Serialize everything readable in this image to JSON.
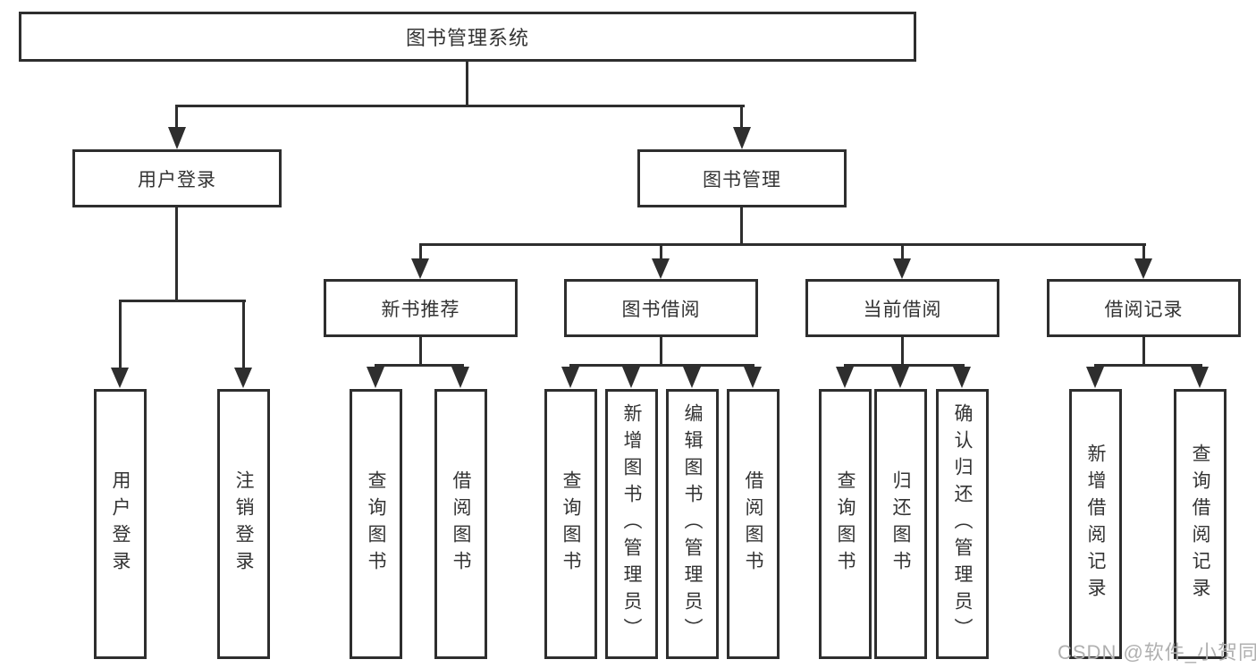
{
  "tree": {
    "root": "图书管理系统",
    "user_branch": {
      "label": "用户登录",
      "children": [
        "用户登录",
        "注销登录"
      ]
    },
    "mgmt_branch": {
      "label": "图书管理",
      "sections": [
        {
          "label": "新书推荐",
          "children": [
            "查询图书",
            "借阅图书"
          ]
        },
        {
          "label": "图书借阅",
          "children": [
            "查询图书",
            "新增图书（管理员）",
            "编辑图书（管理员）",
            "借阅图书"
          ]
        },
        {
          "label": "当前借阅",
          "children": [
            "查询图书",
            "归还图书",
            "确认归还（管理员）"
          ]
        },
        {
          "label": "借阅记录",
          "children": [
            "新增借阅记录",
            "查询借阅记录"
          ]
        }
      ]
    }
  },
  "watermark": "CSDN @软件_小贺同学",
  "colors": {
    "line": "#2e2e2e",
    "text": "#333333",
    "watermark": "#b0b0b0",
    "background": "#ffffff"
  }
}
